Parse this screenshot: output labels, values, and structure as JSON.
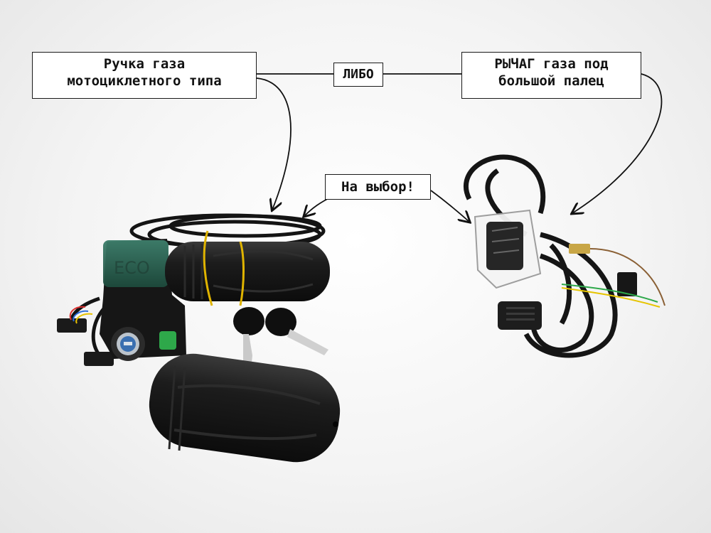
{
  "labels": {
    "twist_throttle": {
      "line1": "Ручка газа",
      "line2": "мотоциклетного типа"
    },
    "or": "ЛИБО",
    "thumb_throttle": {
      "line1": "РЫЧАГ газа под",
      "line2": "большой палец"
    },
    "choice": "На выбор!"
  },
  "colors": {
    "background": "#f2f2f2",
    "rubber": "#1b1b1b",
    "housing_tint": "#2f6e5c",
    "button": "#2ea84a",
    "yellow_band": "#e0b400"
  }
}
